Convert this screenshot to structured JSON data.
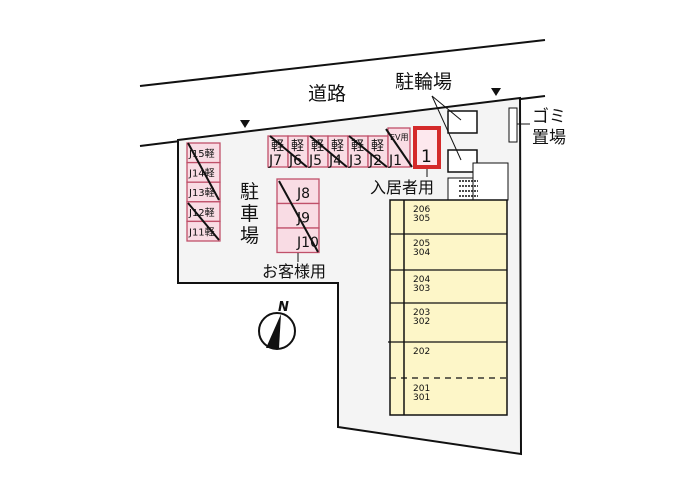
{
  "labels": {
    "road": "道路",
    "bicycle_parking": "駐輪場",
    "garbage": [
      "ゴミ",
      "置場"
    ],
    "parking": [
      "駐",
      "車",
      "場"
    ],
    "resident_use": "入居者用",
    "guest_use": "お客様用",
    "north": "N"
  },
  "top_row_spaces": [
    {
      "top": "軽",
      "id": "J7"
    },
    {
      "top": "軽",
      "id": "J6"
    },
    {
      "top": "軽",
      "id": "J5"
    },
    {
      "top": "軽",
      "id": "J4"
    },
    {
      "top": "軽",
      "id": "J3"
    },
    {
      "top": "軽",
      "id": "J2"
    },
    {
      "top": "EV用",
      "id": "J1"
    }
  ],
  "resident_space": "1",
  "left_column_spaces": [
    "J15軽",
    "J14軽",
    "J13軽",
    "J12軽",
    "J11軽"
  ],
  "guest_spaces": [
    "J8",
    "J9",
    "J10"
  ],
  "units": [
    [
      "206",
      "305"
    ],
    [
      "205",
      "304"
    ],
    [
      "204",
      "303"
    ],
    [
      "203",
      "302"
    ],
    [
      "202"
    ],
    [
      "201",
      "301"
    ]
  ],
  "colors": {
    "parking_fill": "#f9dce4",
    "parking_stroke": "#c0506a",
    "resident_highlight": "#d42a2a",
    "building_fill": "#fdf6c8",
    "site_fill": "#f4f4f4"
  }
}
